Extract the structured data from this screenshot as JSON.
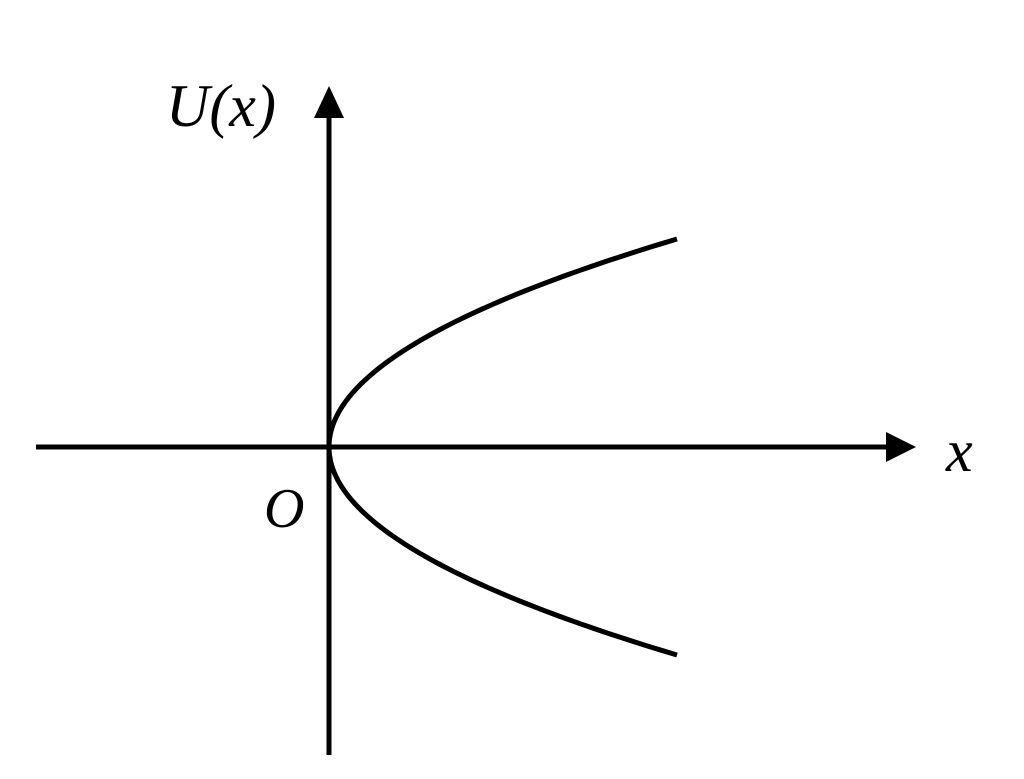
{
  "diagram": {
    "labels": {
      "y_axis": "U(x)",
      "x_axis": "x",
      "origin": "O"
    },
    "colors": {
      "stroke": "#000000",
      "background": "#ffffff"
    }
  }
}
